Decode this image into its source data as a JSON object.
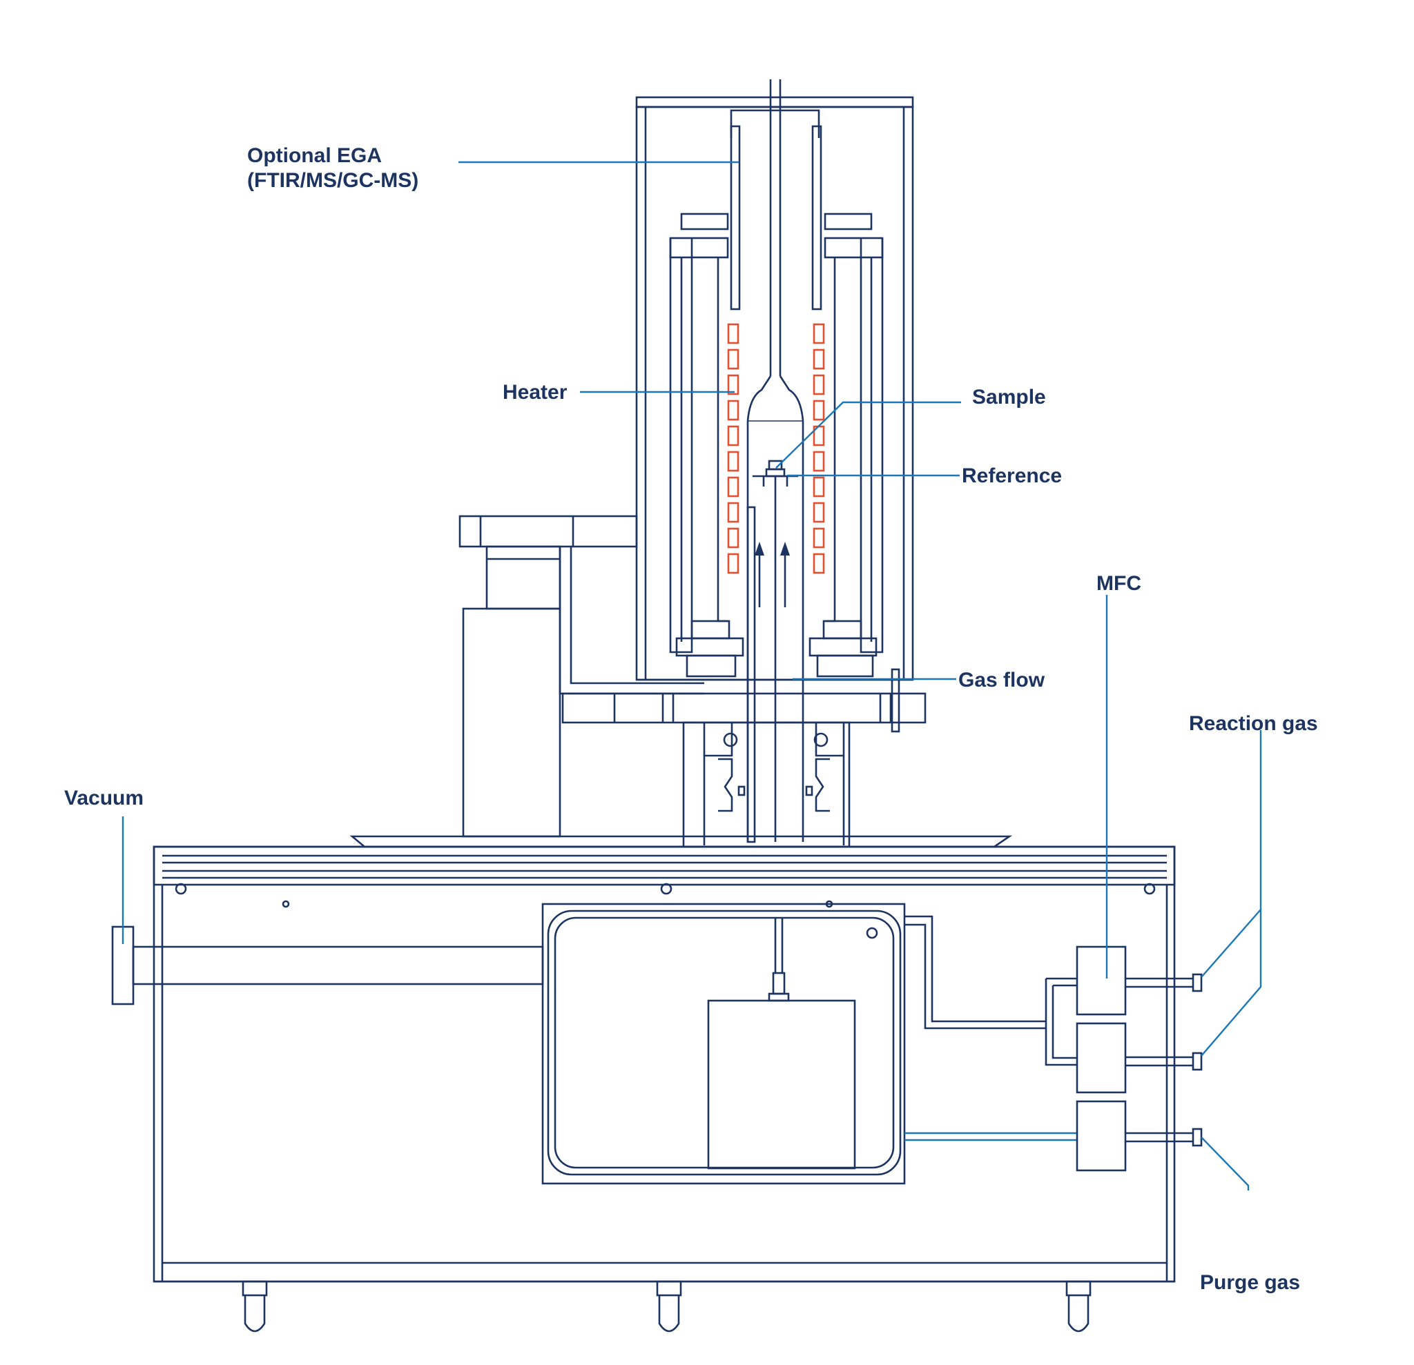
{
  "labels": {
    "optional_ega_line1": "Optional EGA",
    "optional_ega_line2": "(FTIR/MS/GC-MS)",
    "heater": "Heater",
    "sample": "Sample",
    "reference": "Reference",
    "mfc": "MFC",
    "gas_flow": "Gas flow",
    "reaction_gas": "Reaction gas",
    "vacuum": "Vacuum",
    "purge_gas": "Purge gas"
  },
  "colors": {
    "line": "#1d3461",
    "callout": "#1a77b8",
    "heater": "#e2502f",
    "text": "#1d3461"
  }
}
